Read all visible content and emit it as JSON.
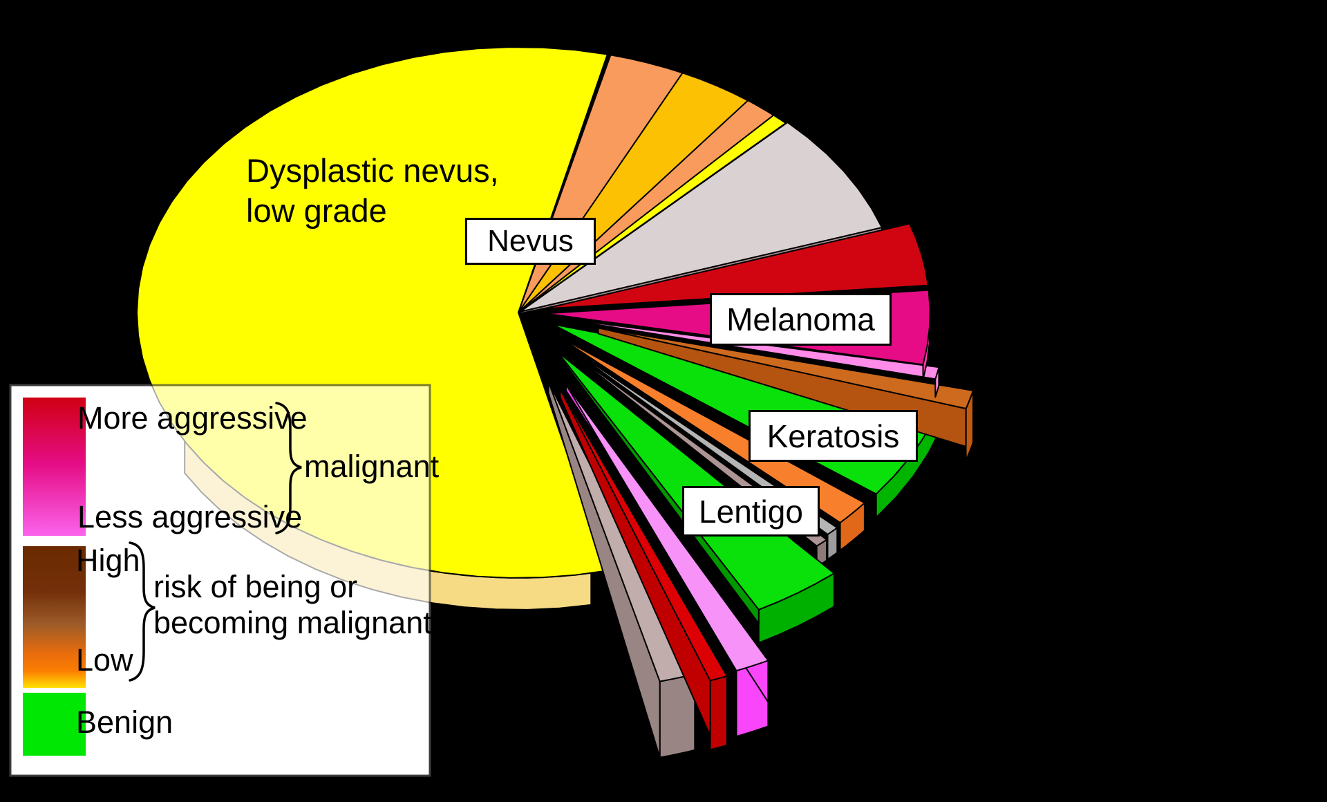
{
  "background": "#000000",
  "chart_data": {
    "type": "pie",
    "style": "3D exploded perspective pie chart on black background, black outlines on slices",
    "title": "",
    "annotation": {
      "line1": "Dysplastic nevus,",
      "line2": "low grade"
    },
    "callouts": [
      {
        "text": "Nevus",
        "for": "nevus-grey-slice"
      },
      {
        "text": "Melanoma",
        "for": "melanoma-slices"
      },
      {
        "text": "Keratosis",
        "for": "keratosis-slice"
      },
      {
        "text": "Lentigo",
        "for": "lentigo-slice"
      }
    ],
    "legend_position": "bottom-left overlay, semi-transparent over pie",
    "segments": [
      {
        "name": "nevus-grey",
        "label": "Nevus",
        "color": "#DAD2D2",
        "start_deg": -45.5,
        "end_deg": -18.5,
        "explode": 3,
        "ext": 0.96,
        "depth": 0,
        "side": "none",
        "radial": "end",
        "radial_depth": 16,
        "radial_color": "#A89090",
        "approx_angle_deg": 27
      },
      {
        "name": "low-risk-orange-1",
        "label": "",
        "color": "#F99B5C",
        "start_deg": -76,
        "end_deg": -64.5,
        "explode": 0,
        "ext": 0.96,
        "depth": 0,
        "side": "none",
        "approx_angle_deg": 11.5
      },
      {
        "name": "low-risk-amber",
        "label": "",
        "color": "#FCC103",
        "start_deg": -64.5,
        "end_deg": -53,
        "explode": 0,
        "ext": 0.96,
        "depth": 0,
        "side": "none",
        "approx_angle_deg": 11.5
      },
      {
        "name": "low-risk-orange-2",
        "label": "",
        "color": "#F99B5C",
        "start_deg": -53,
        "end_deg": -48,
        "explode": 0,
        "ext": 0.96,
        "depth": 0,
        "side": "none",
        "approx_angle_deg": 5
      },
      {
        "name": "low-risk-yellow-sliver",
        "label": "",
        "color": "#FFFF00",
        "start_deg": -48,
        "end_deg": -45.5,
        "explode": 0,
        "ext": 0.96,
        "depth": 0,
        "side": "none",
        "approx_angle_deg": 2.5
      },
      {
        "name": "dysplastic-nevus-low-grade",
        "label": "Dysplastic nevus, low grade",
        "color": "#FFFF00",
        "start_deg": 76.5,
        "end_deg": 283.5,
        "explode": 0,
        "ext": 0.96,
        "depth": 46,
        "side": "band",
        "side_from": 79,
        "side_to": 151,
        "side_color": "#F7DB84",
        "approx_angle_deg": 207
      },
      {
        "name": "keratosis",
        "label": "Keratosis",
        "color": "#0AE00A",
        "start_deg": 15.5,
        "end_deg": 37,
        "explode": 55,
        "ext": 1.02,
        "depth": 34,
        "side": "band",
        "side_from": 17,
        "side_to": 37,
        "side_color": "#00B400",
        "radial": "start",
        "radial_depth": 14,
        "radial_color": "#AD9890",
        "approx_angle_deg": 21.5
      },
      {
        "name": "high-risk-chocolate-bar",
        "label": "",
        "color": "#CE6A1E",
        "start_deg": 13.5,
        "end_deg": 17.5,
        "explode": 120,
        "ext": 0.97,
        "depth": 75,
        "side": "cap",
        "side_color": "#C05A10",
        "radial": "end",
        "radial_depth": 55,
        "radial_color": "#B55411",
        "approx_angle_deg": 4
      },
      {
        "name": "melanoma-pink-sliver",
        "label": "",
        "color": "#FF8CE8",
        "start_deg": 10.5,
        "end_deg": 13,
        "explode": 44,
        "ext": 1.0,
        "depth": 26,
        "side": "cap",
        "side_color": "#FF8CE8",
        "approx_angle_deg": 2.5
      },
      {
        "name": "melanoma-less-aggressive",
        "label": "Melanoma (less aggressive)",
        "color": "#E60C86",
        "start_deg": -5,
        "end_deg": 11,
        "explode": 38,
        "ext": 0.97,
        "depth": 22,
        "side": "cap",
        "side_color": "#FF3FB0",
        "approx_angle_deg": 16
      },
      {
        "name": "melanoma-more-aggressive",
        "label": "Melanoma (more aggressive)",
        "color": "#D10511",
        "start_deg": -18.5,
        "end_deg": -5,
        "explode": 38,
        "ext": 0.97,
        "depth": 0,
        "side": "none",
        "approx_angle_deg": 13.5
      },
      {
        "name": "low-risk-orange-3",
        "label": "",
        "color": "#F8802D",
        "start_deg": 38,
        "end_deg": 43.5,
        "explode": 75,
        "ext": 0.98,
        "depth": 40,
        "side": "cap",
        "side_color": "#E06818",
        "approx_angle_deg": 5.5
      },
      {
        "name": "grey-sliver",
        "label": "",
        "color": "#B5B5B5",
        "start_deg": 44,
        "end_deg": 46,
        "explode": 85,
        "ext": 0.97,
        "depth": 36,
        "side": "cap",
        "side_color": "#9C9C9C",
        "approx_angle_deg": 2
      },
      {
        "name": "taupe-sliver",
        "label": "",
        "color": "#AD9595",
        "start_deg": 46.5,
        "end_deg": 48.5,
        "explode": 92,
        "ext": 0.97,
        "depth": 30,
        "side": "cap",
        "side_color": "#8E7878",
        "approx_angle_deg": 2
      },
      {
        "name": "lentigo",
        "label": "Lentigo",
        "color": "#0AE00A",
        "start_deg": 49,
        "end_deg": 61.5,
        "explode": 100,
        "ext": 1.06,
        "depth": 48,
        "side": "cap",
        "side_color": "#00B000",
        "radial": "end",
        "radial_depth": 20,
        "radial_color": "#009900",
        "approx_angle_deg": 12.5
      },
      {
        "name": "taupe-bar",
        "label": "",
        "color": "#C1AEAC",
        "start_deg": 70.8,
        "end_deg": 75.5,
        "explode": 150,
        "ext": 1.12,
        "depth": 110,
        "side": "cap",
        "side_color": "#998583",
        "radial": "end",
        "radial_depth": 110,
        "radial_color": "#998583",
        "approx_angle_deg": 4.7
      },
      {
        "name": "red-bar",
        "label": "",
        "color": "#DC0005",
        "start_deg": 68,
        "end_deg": 70.3,
        "explode": 170,
        "ext": 1.12,
        "depth": 100,
        "side": "cap",
        "side_color": "#C00000",
        "radial": "end",
        "radial_depth": 80,
        "radial_color": "#C00000",
        "approx_angle_deg": 2.3
      },
      {
        "name": "violet-bar",
        "label": "",
        "color": "#F792F8",
        "start_deg": 63,
        "end_deg": 67.5,
        "explode": 165,
        "ext": 1.12,
        "depth": 95,
        "side": "cap",
        "side_color": "#FA46FA",
        "radial": "start",
        "radial_depth": 60,
        "radial_color": "#FA46FA",
        "approx_angle_deg": 4.5
      }
    ]
  },
  "labels": {
    "dysplastic_line1": "Dysplastic nevus,",
    "dysplastic_line2": "low grade"
  },
  "legend": {
    "malignant": {
      "gradient": [
        "#D00012",
        "#E50D86",
        "#FB64EC"
      ],
      "top_label": "More aggressive",
      "bottom_label": "Less aggressive",
      "brace_label": "malignant"
    },
    "risk": {
      "gradient": [
        "#6B2A00",
        "#73300A",
        "#9C5B28",
        "#E66C0E",
        "#FB7D01",
        "#FFE205"
      ],
      "top_label": "High",
      "bottom_label": "Low",
      "brace_label_line1": "risk of being or",
      "brace_label_line2": "becoming malignant"
    },
    "benign": {
      "color": "#00E703",
      "label": "Benign"
    },
    "box": {
      "fill": "#FFFFFF",
      "border": "#3C3C3C"
    }
  }
}
